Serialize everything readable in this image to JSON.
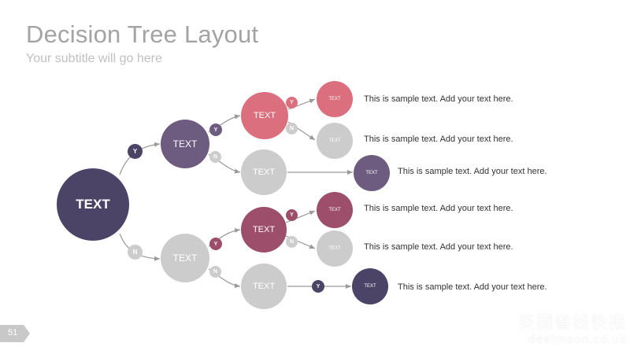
{
  "slide": {
    "title": "Decision Tree Layout",
    "subtitle": "Your subtitle will go here",
    "page_number": "51"
  },
  "colors": {
    "navy": "#4b4466",
    "purple": "#6e5c80",
    "pink": "#db6f7d",
    "plum": "#9d4e6b",
    "gray": "#cccccc",
    "connector": "#999999"
  },
  "tree": {
    "root": {
      "label": "TEXT",
      "color": "navy"
    },
    "level1": [
      {
        "label": "TEXT",
        "color": "purple"
      },
      {
        "label": "TEXT",
        "color": "gray"
      }
    ],
    "level2": [
      {
        "label": "TEXT",
        "color": "pink"
      },
      {
        "label": "TEXT",
        "color": "gray"
      },
      {
        "label": "TEXT",
        "color": "plum"
      },
      {
        "label": "TEXT",
        "color": "gray"
      }
    ],
    "leaves": [
      {
        "label": "TEXT",
        "color": "pink",
        "description": "This is sample text. Add your text here."
      },
      {
        "label": "TEXT",
        "color": "gray",
        "description": "This is sample text. Add your text here."
      },
      {
        "label": "TEXT",
        "color": "purple",
        "description": "This is sample text. Add your text here."
      },
      {
        "label": "TEXT",
        "color": "plum",
        "description": "This is sample text. Add your text here."
      },
      {
        "label": "TEXT",
        "color": "gray",
        "description": "This is sample text. Add your text here."
      },
      {
        "label": "TEXT",
        "color": "navy",
        "description": "This is sample text. Add your text here."
      }
    ],
    "branch_labels": {
      "yes": "Y",
      "no": "N"
    }
  },
  "watermark": {
    "chinese": "英国省钱快报",
    "english": "dealmoon.co.uk"
  }
}
